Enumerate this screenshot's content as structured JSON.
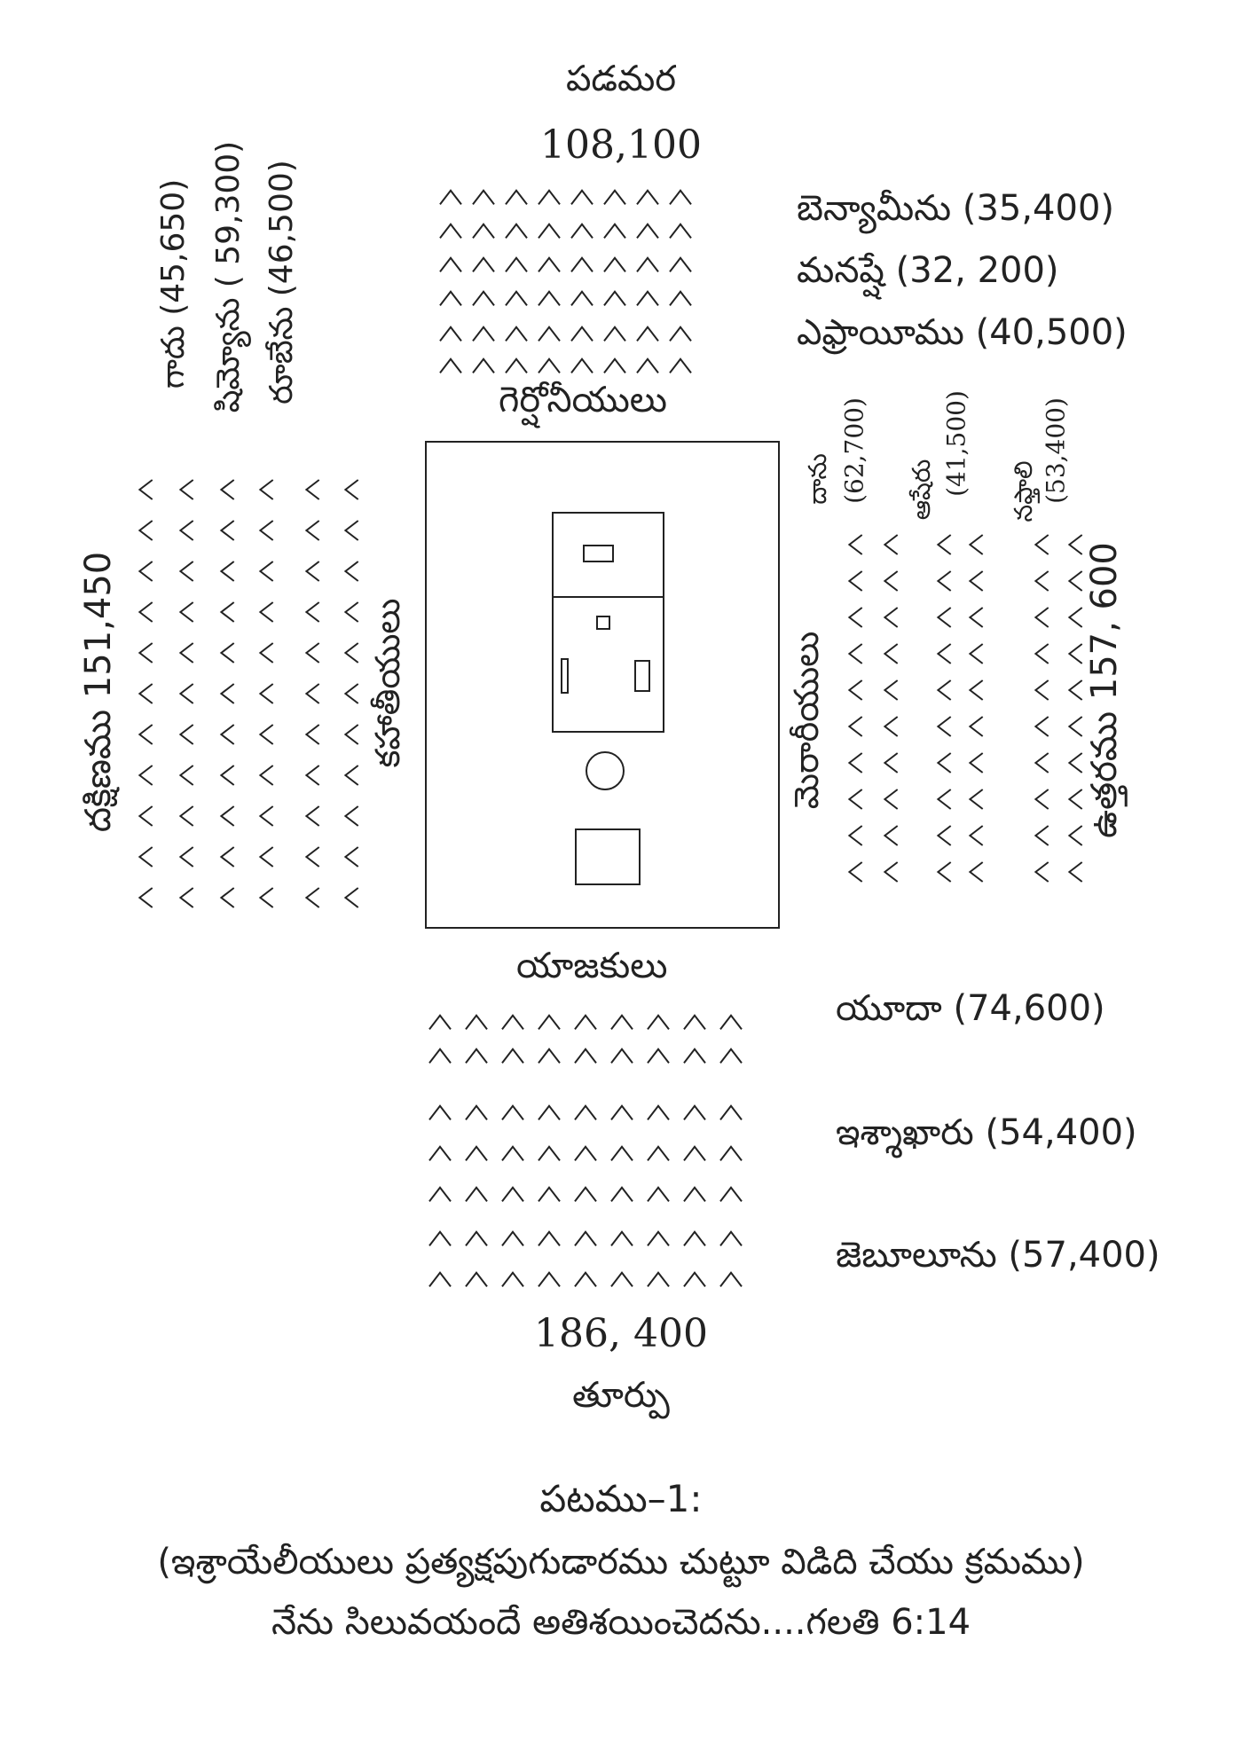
{
  "west": {
    "direction": "పడమర",
    "total": "108,100",
    "tribes": [
      {
        "label": "బెన్యామీను (35,400)"
      },
      {
        "label": "మనష్షే (32, 200)"
      },
      {
        "label": "ఎఫ్రాయీము (40,500)"
      }
    ],
    "levites": "గెర్షోనీయులు"
  },
  "south": {
    "direction_total": "దక్షిణము 151,450",
    "tribes": [
      {
        "label": "గాదు (45,650)"
      },
      {
        "label": "షిమ్యోను ( 59,300)"
      },
      {
        "label": "రూబేను (46,500)"
      }
    ],
    "levites": "కహాతీయులు"
  },
  "north": {
    "direction_total": "ఉత్తరము 157, 600",
    "tribes": [
      {
        "name": "దాను",
        "count": "(62,700)"
      },
      {
        "name": "ఆషేరు",
        "count": "(41,500)"
      },
      {
        "name": "నఫ్తాలి",
        "count": "(53,400)"
      }
    ],
    "levites": "మెరారీయులు"
  },
  "east": {
    "direction": "తూర్పు",
    "total": "186, 400",
    "tribes": [
      {
        "label": "యూదా (74,600)"
      },
      {
        "label": "ఇశ్శాఖారు (54,400)"
      },
      {
        "label": "జెబూలూను (57,400)"
      }
    ],
    "priests": "యాజకులు"
  },
  "caption": {
    "figure": "పటము–1:",
    "description": "(ఇశ్రాయేలీయులు ప్రత్యక్షపుగుడారము చుట్టూ విడిది చేయు క్రమము)",
    "verse": "నేను సిలువయందే అతిశయించెదను....గలతి 6:14"
  },
  "colors": {
    "ink": "#222222",
    "background": "#ffffff"
  }
}
